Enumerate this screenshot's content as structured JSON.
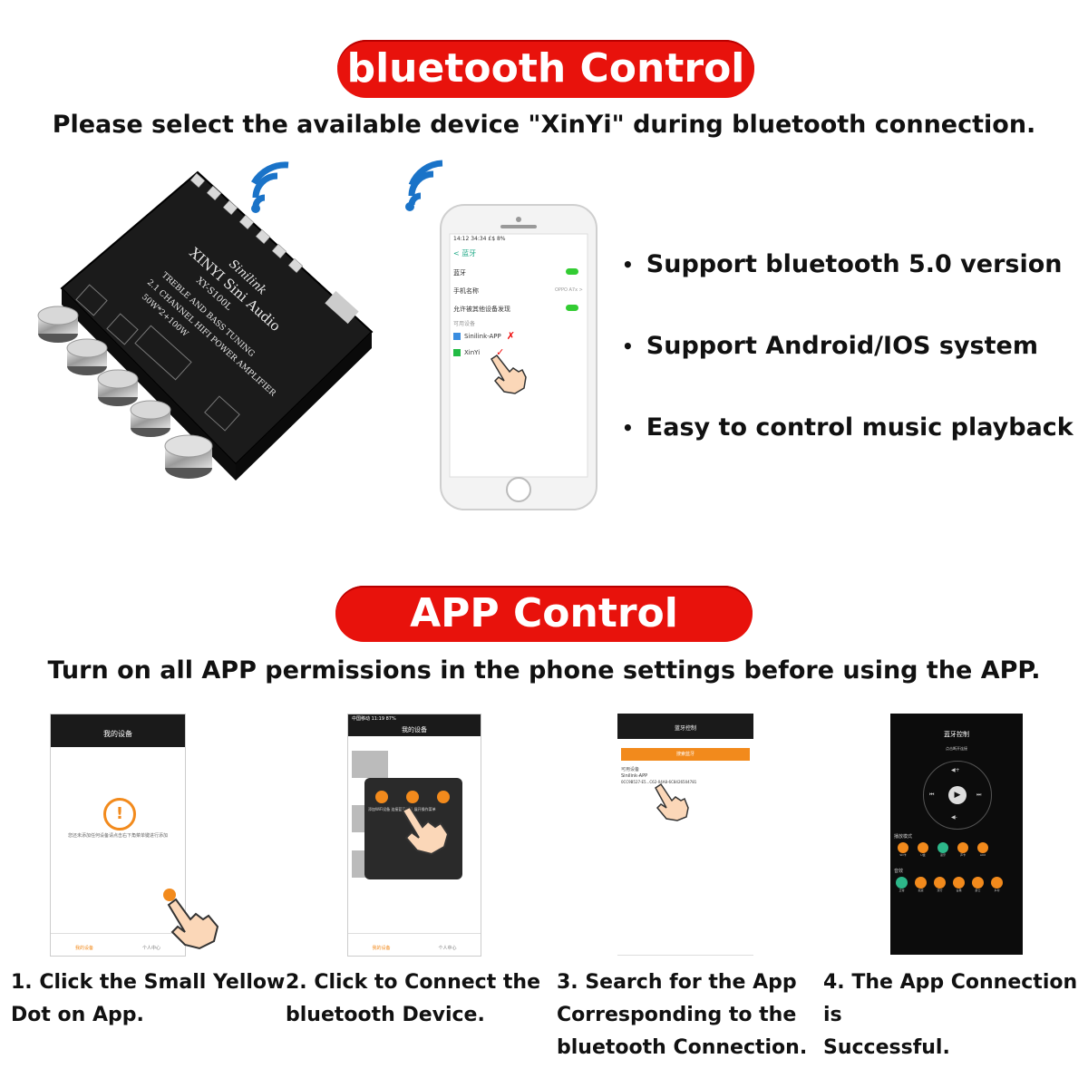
{
  "section1": {
    "title": "bluetooth Control",
    "subtitle": "Please select the available device \"XinYi\" during bluetooth connection.",
    "features": [
      "Support bluetooth 5.0 version",
      "Support Android/IOS system",
      "Easy to control music playback"
    ],
    "board": {
      "brand": "Sinilink",
      "name": "XINYI Sini Audio",
      "model": "XY-S100L",
      "line1": "TREBLE AND BASS TUNING",
      "line2": "2.1 CHANNEL HIFI POWER AMPLIFIER",
      "line3": "50W*2+100W"
    },
    "phone": {
      "statusbar": "14:12  34:34 £$ 8%",
      "back": "< 蓝牙",
      "rows": [
        "蓝牙",
        "手机名称",
        "允许被其他设备发现"
      ],
      "row_value": "OPPO A7x >",
      "section": "可用设备",
      "devices": [
        "Sinilink-APP",
        "XinYi"
      ]
    }
  },
  "section2": {
    "title": "APP Control",
    "subtitle": "Turn on all APP permissions in the phone settings before using the APP.",
    "steps": [
      {
        "caption": "1. Click the Small Yellow\nDot on App.",
        "header": "我的设备",
        "message": "您还未添加任何设备请点击右下角菜单键进行添加",
        "tabs": [
          "我的设备",
          "个人中心"
        ]
      },
      {
        "caption": "2. Click to Connect the\nbluetooth Device.",
        "header": "我的设备",
        "status": "中国移动  11:19  87%",
        "popup_text": "添加WiFi设备 连接蓝牙设备 展开操作菜单",
        "tabs": [
          "我的设备",
          "个人中心"
        ]
      },
      {
        "caption": "3. Search for the App\nCorresponding to the\nbluetooth Connection.",
        "header": "蓝牙控制",
        "button": "搜索蓝牙",
        "section": "可用设备",
        "device": "Sinilink-APP",
        "device_id": "0CC9B527-E5...C62-04A8-6C8426504781"
      },
      {
        "caption": "4. The App Connection is\nSuccessful.",
        "header": "蓝牙控制",
        "connected": "点击断开连接",
        "mode_label": "播放模式",
        "modes": [
          "SD卡",
          "U盘",
          "蓝牙",
          "声卡",
          "AUX"
        ],
        "eq_label": "音效",
        "eqs": [
          "正常",
          "摇滚",
          "流行",
          "古典",
          "爵士",
          "乡村"
        ]
      }
    ]
  },
  "colors": {
    "accent": "#e8120c",
    "wifi": "#1a73c8",
    "orange": "#f28a1c"
  }
}
